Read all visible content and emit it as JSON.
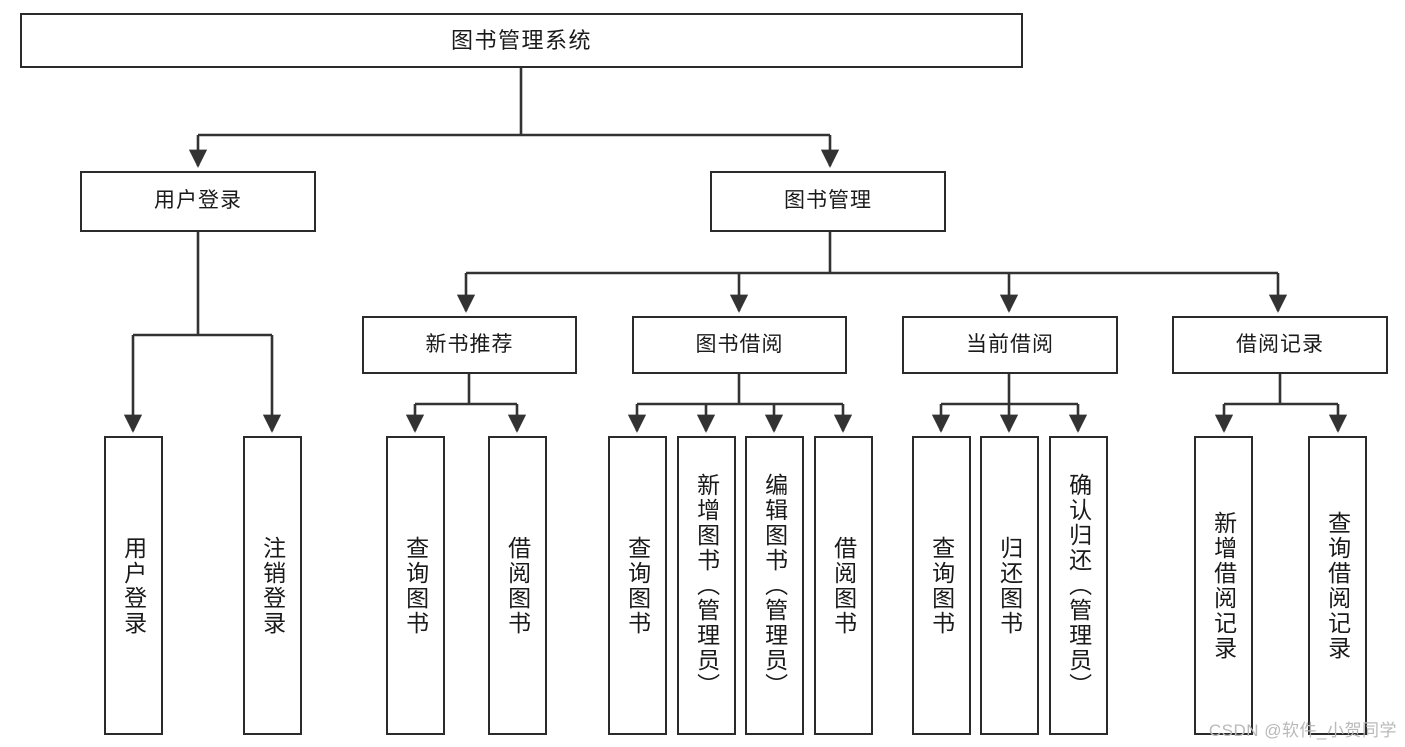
{
  "diagram": {
    "type": "tree",
    "title": "图书管理系统",
    "watermark": "CSDN @软件_小贺同学",
    "colors": {
      "box_border": "#2b2b2b",
      "box_fill": "#ffffff",
      "connector": "#333333",
      "text": "#1a1a1a",
      "watermark": "#b9b9b9"
    },
    "nodes": {
      "root": {
        "label": "图书管理系统"
      },
      "level2": [
        {
          "id": "user-login",
          "label": "用户登录"
        },
        {
          "id": "book-manage",
          "label": "图书管理"
        }
      ],
      "level3": [
        {
          "id": "new-book-rec",
          "label": "新书推荐"
        },
        {
          "id": "book-borrow",
          "label": "图书借阅"
        },
        {
          "id": "current-borrow",
          "label": "当前借阅"
        },
        {
          "id": "borrow-record",
          "label": "借阅记录"
        }
      ],
      "leaves": [
        {
          "id": "leaf-user-login",
          "label": "用户登录",
          "parent": "user-login"
        },
        {
          "id": "leaf-user-logout",
          "label": "注销登录",
          "parent": "user-login"
        },
        {
          "id": "leaf-query-book-1",
          "label": "查询图书",
          "parent": "new-book-rec"
        },
        {
          "id": "leaf-borrow-book-1",
          "label": "借阅图书",
          "parent": "new-book-rec"
        },
        {
          "id": "leaf-query-book-2",
          "label": "查询图书",
          "parent": "book-borrow"
        },
        {
          "id": "leaf-add-book",
          "label": "新增图书（管理员）",
          "parent": "book-borrow"
        },
        {
          "id": "leaf-edit-book",
          "label": "编辑图书（管理员）",
          "parent": "book-borrow"
        },
        {
          "id": "leaf-borrow-book-2",
          "label": "借阅图书",
          "parent": "book-borrow"
        },
        {
          "id": "leaf-query-book-3",
          "label": "查询图书",
          "parent": "current-borrow"
        },
        {
          "id": "leaf-return-book",
          "label": "归还图书",
          "parent": "current-borrow"
        },
        {
          "id": "leaf-confirm-return",
          "label": "确认归还（管理员）",
          "parent": "current-borrow"
        },
        {
          "id": "leaf-add-record",
          "label": "新增借阅记录",
          "parent": "borrow-record"
        },
        {
          "id": "leaf-query-record",
          "label": "查询借阅记录",
          "parent": "borrow-record"
        }
      ]
    }
  }
}
